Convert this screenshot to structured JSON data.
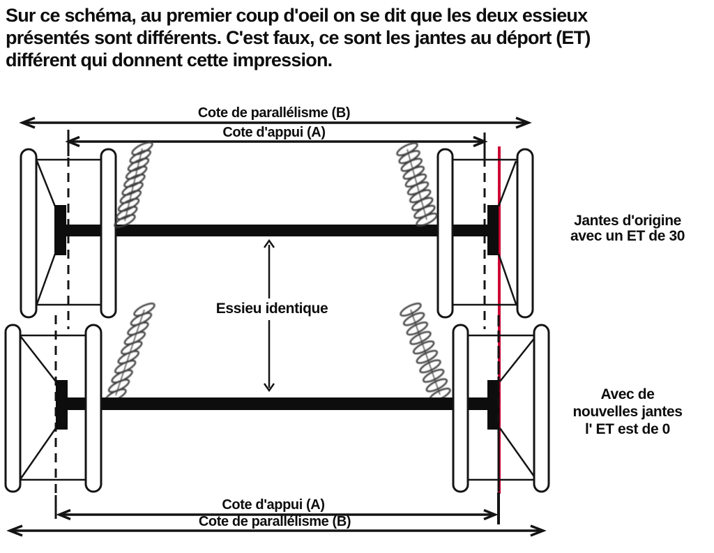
{
  "header": {
    "lines": [
      "Sur ce schéma, au premier coup d'oeil on se dit que les deux essieux",
      "présentés sont différents. C'est faux, ce sont les jantes au déport (ET)",
      "différent qui donnent cette impression."
    ]
  },
  "diagram": {
    "dimensions": {
      "top_parallelism": "Cote de parallélisme (B)",
      "top_support": "Cote d'appui (A)",
      "bottom_support": "Cote d'appui (A)",
      "bottom_parallelism": "Cote de parallélisme (B)"
    },
    "center_label": "Essieu identique",
    "right_labels": {
      "original_wheels": {
        "line1": "Jantes d'origine",
        "line2": "avec un ET de 30"
      },
      "new_wheels": {
        "line1": "Avec de",
        "line2": "nouvelles jantes",
        "line3": "l' ET est de 0"
      }
    },
    "colors": {
      "diagram_line": "#141414",
      "reference_line_red": "#cc0033"
    }
  }
}
